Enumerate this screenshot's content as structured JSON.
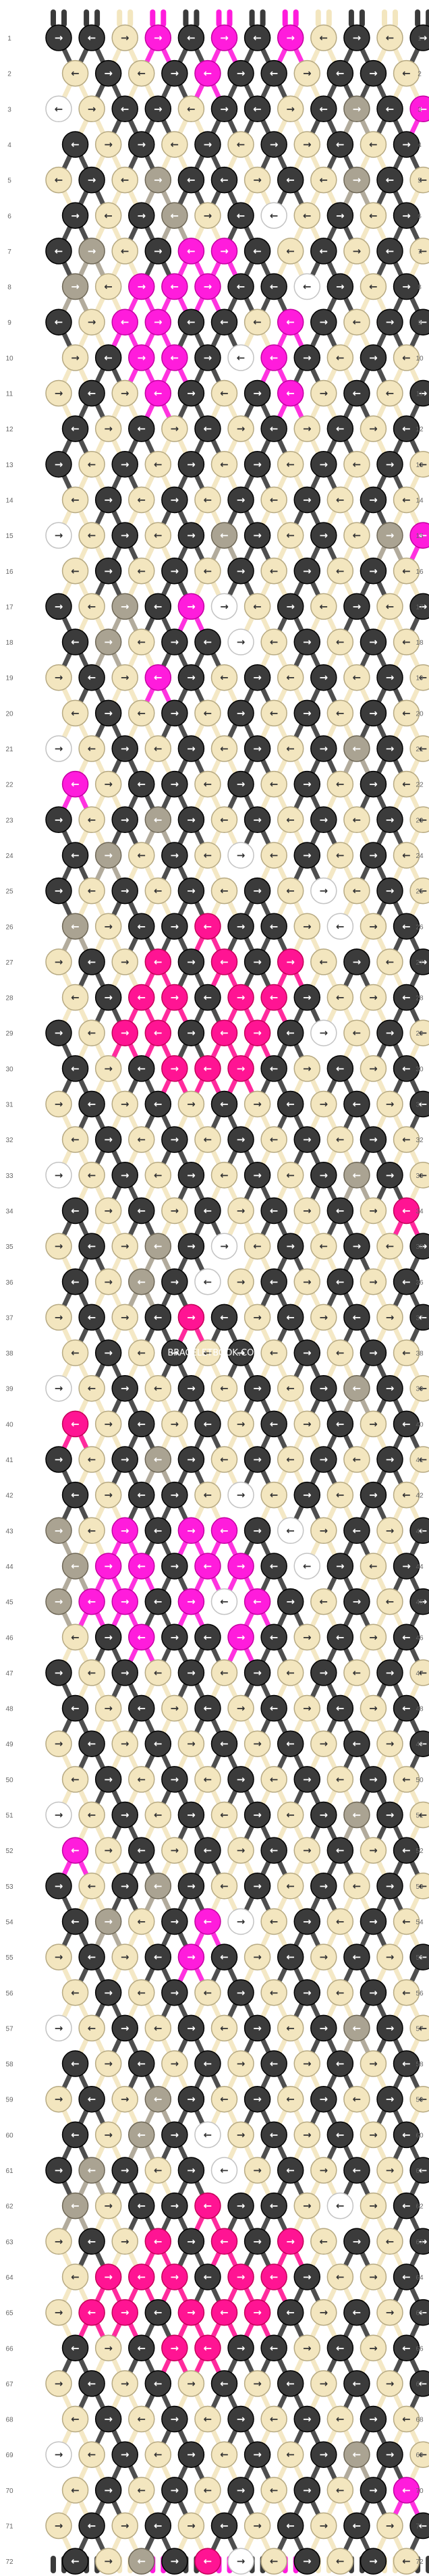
{
  "watermark": "BRACELETBOOK.COM",
  "colors": {
    "D": "#3b3b3b",
    "C": "#f3e6bf",
    "W": "#ffffff",
    "G": "#aaa392",
    "M": "#ff1cdc",
    "P": "#ff1493"
  },
  "start_strings": [
    "D",
    "D",
    "C",
    "M",
    "D",
    "M",
    "D",
    "M",
    "C",
    "D",
    "C",
    "D"
  ],
  "end_strings": [
    "D",
    "D",
    "C",
    "M",
    "D",
    "M",
    "D",
    "M",
    "C",
    "D",
    "C",
    "D"
  ],
  "arrow_right": "→",
  "arrow_left": "←",
  "rows": [
    [
      "D>",
      "D<",
      "C>",
      "M>",
      "D<",
      "M>",
      "D<",
      "M>",
      "C<",
      "D>",
      "C<",
      "D>"
    ],
    [
      "C<",
      "D>",
      "C<",
      "D>",
      "M<",
      "D>",
      "D<",
      "C>",
      "D<",
      "D>",
      "C<"
    ],
    [
      "W<",
      "C>",
      "D<",
      "D>",
      "C<",
      "D>",
      "D<",
      "C>",
      "D<",
      "G>",
      "D<",
      "M<"
    ],
    [
      "D<",
      "C>",
      "D>",
      "C<",
      "D>",
      "C<",
      "D>",
      "C>",
      "D<",
      "C<",
      "D>"
    ],
    [
      "C<",
      "D>",
      "C<",
      "G>",
      "D<",
      "D<",
      "C>",
      "D<",
      "C<",
      "G>",
      "D<",
      "C<"
    ],
    [
      "D>",
      "C<",
      "D>",
      "G<",
      "C>",
      "D<",
      "W<",
      "C<",
      "D>",
      "C<",
      "D>"
    ],
    [
      "D<",
      "G>",
      "C<",
      "D>",
      "M<",
      "M>",
      "D<",
      "C<",
      "D<",
      "C>",
      "D<",
      "C<"
    ],
    [
      "G>",
      "C<",
      "M>",
      "M<",
      "M>",
      "D<",
      "D<",
      "W<",
      "D>",
      "C<",
      "D>"
    ],
    [
      "D<",
      "C>",
      "M<",
      "M>",
      "D<",
      "D<",
      "C<",
      "M<",
      "D>",
      "C<",
      "D>",
      "D<"
    ],
    [
      "C>",
      "D<",
      "M>",
      "M<",
      "D>",
      "W<",
      "M<",
      "D>",
      "C<",
      "D>",
      "C<"
    ],
    [
      "C>",
      "D<",
      "C>",
      "M<",
      "D>",
      "C<",
      "D>",
      "M<",
      "C>",
      "D<",
      "C<",
      "D>"
    ],
    [
      "D<",
      "C>",
      "D<",
      "C>",
      "D<",
      "C>",
      "D<",
      "C>",
      "D<",
      "C>",
      "D<"
    ],
    [
      "D>",
      "C<",
      "D>",
      "C<",
      "D>",
      "C<",
      "D>",
      "C<",
      "D>",
      "C<",
      "D>",
      "C<"
    ],
    [
      "C<",
      "D>",
      "C<",
      "D>",
      "C<",
      "D>",
      "C<",
      "D>",
      "C<",
      "D>",
      "C<"
    ],
    [
      "W>",
      "C<",
      "D>",
      "C<",
      "D>",
      "G<",
      "D>",
      "C<",
      "D>",
      "C<",
      "G>",
      "M<"
    ],
    [
      "C<",
      "D>",
      "C<",
      "D>",
      "C<",
      "D>",
      "C<",
      "D>",
      "C<",
      "D>",
      "C<"
    ],
    [
      "D>",
      "C<",
      "G>",
      "D<",
      "M>",
      "W>",
      "C<",
      "D>",
      "C<",
      "D>",
      "C<",
      "D>"
    ],
    [
      "D<",
      "G>",
      "C<",
      "D>",
      "D<",
      "W>",
      "C<",
      "D>",
      "C<",
      "D>",
      "C<"
    ],
    [
      "C>",
      "D<",
      "C>",
      "M<",
      "D>",
      "C<",
      "D>",
      "C<",
      "D>",
      "C<",
      "D>",
      "C<"
    ],
    [
      "C<",
      "D>",
      "C<",
      "D>",
      "C<",
      "D>",
      "C<",
      "D>",
      "C<",
      "D>",
      "C<"
    ],
    [
      "W>",
      "C<",
      "D>",
      "C<",
      "D>",
      "C<",
      "D>",
      "C<",
      "D>",
      "G<",
      "D>",
      "C<"
    ],
    [
      "M<",
      "C>",
      "D<",
      "D>",
      "C<",
      "D>",
      "C<",
      "D>",
      "C<",
      "D>",
      "C<"
    ],
    [
      "D>",
      "C<",
      "D>",
      "G<",
      "D>",
      "C<",
      "D>",
      "C<",
      "D>",
      "C<",
      "D>",
      "C<"
    ],
    [
      "D<",
      "G>",
      "C<",
      "D>",
      "C<",
      "W>",
      "C<",
      "D>",
      "C<",
      "D>",
      "C<"
    ],
    [
      "D>",
      "C<",
      "D>",
      "C<",
      "D>",
      "C<",
      "D>",
      "C<",
      "W>",
      "C<",
      "D>",
      "C<"
    ],
    [
      "G<",
      "C>",
      "D<",
      "D>",
      "P<",
      "D>",
      "D<",
      "C>",
      "W<",
      "C>",
      "D<"
    ],
    [
      "C>",
      "D<",
      "C>",
      "P<",
      "D>",
      "P<",
      "D>",
      "P>",
      "C<",
      "D>",
      "C<",
      "D>"
    ],
    [
      "C<",
      "D>",
      "P<",
      "P>",
      "D<",
      "P>",
      "P<",
      "D>",
      "C<",
      "C>",
      "D<"
    ],
    [
      "D>",
      "C<",
      "P>",
      "P<",
      "D>",
      "P<",
      "P>",
      "D<",
      "W>",
      "C<",
      "D>",
      "C<"
    ],
    [
      "D<",
      "C>",
      "D<",
      "P>",
      "P<",
      "P>",
      "D<",
      "C>",
      "D<",
      "C>",
      "D<"
    ],
    [
      "C>",
      "D<",
      "C>",
      "D<",
      "C>",
      "D<",
      "C>",
      "D<",
      "C>",
      "D<",
      "C>",
      "D<"
    ],
    [
      "C<",
      "D>",
      "C<",
      "D>",
      "C<",
      "D>",
      "C<",
      "D>",
      "C<",
      "D>",
      "C<"
    ],
    [
      "W>",
      "C<",
      "D>",
      "C<",
      "D>",
      "C<",
      "D>",
      "C<",
      "D>",
      "G<",
      "D>",
      "C<"
    ],
    [
      "D<",
      "C>",
      "D<",
      "C>",
      "D<",
      "C>",
      "D<",
      "C>",
      "D<",
      "C>",
      "P<"
    ],
    [
      "C>",
      "D<",
      "C>",
      "G<",
      "D>",
      "W>",
      "C<",
      "D>",
      "C<",
      "D>",
      "C<",
      "D>"
    ],
    [
      "D<",
      "C>",
      "G<",
      "D>",
      "W<",
      "C>",
      "D<",
      "C>",
      "D<",
      "C>",
      "D<"
    ],
    [
      "C>",
      "D<",
      "C>",
      "D<",
      "P>",
      "D<",
      "C>",
      "D<",
      "C>",
      "D<",
      "C>",
      "D<"
    ],
    [
      "C<",
      "D>",
      "C<",
      "D>",
      "C<",
      "D>",
      "C<",
      "D>",
      "C<",
      "D>",
      "C<"
    ],
    [
      "W>",
      "C<",
      "D>",
      "C<",
      "D>",
      "C<",
      "D>",
      "C<",
      "D>",
      "G<",
      "D>",
      "C<"
    ],
    [
      "P<",
      "C>",
      "D<",
      "C>",
      "D<",
      "C>",
      "D<",
      "C>",
      "D<",
      "C>",
      "D<"
    ],
    [
      "D>",
      "C<",
      "D>",
      "G<",
      "D>",
      "C<",
      "D>",
      "C<",
      "D>",
      "C<",
      "D>",
      "C<"
    ],
    [
      "D<",
      "C>",
      "D<",
      "D>",
      "C<",
      "W>",
      "C<",
      "D>",
      "C<",
      "D>",
      "C<"
    ],
    [
      "G>",
      "C<",
      "M>",
      "D<",
      "M>",
      "M<",
      "D>",
      "W<",
      "C>",
      "D<",
      "C>",
      "D<"
    ],
    [
      "G<",
      "M>",
      "M<",
      "D>",
      "M<",
      "M>",
      "D<",
      "W<",
      "D>",
      "C<",
      "D>"
    ],
    [
      "G>",
      "M<",
      "M>",
      "D<",
      "M>",
      "W<",
      "M<",
      "D>",
      "C<",
      "D>",
      "C<",
      "D>"
    ],
    [
      "C<",
      "D>",
      "M<",
      "D>",
      "D<",
      "M>",
      "D<",
      "C>",
      "D<",
      "C>",
      "D<"
    ],
    [
      "D>",
      "C<",
      "D>",
      "C<",
      "D>",
      "C<",
      "D>",
      "C<",
      "D>",
      "C<",
      "D>",
      "C<"
    ],
    [
      "D<",
      "C>",
      "D<",
      "C>",
      "D<",
      "C>",
      "D<",
      "C>",
      "D<",
      "C>",
      "D<"
    ],
    [
      "C>",
      "D<",
      "C>",
      "D<",
      "C>",
      "D<",
      "C>",
      "D<",
      "C>",
      "D<",
      "C>",
      "D<"
    ],
    [
      "C<",
      "D>",
      "C<",
      "D>",
      "C<",
      "D>",
      "C<",
      "D>",
      "C<",
      "D>",
      "C<"
    ],
    [
      "W>",
      "C<",
      "D>",
      "C<",
      "D>",
      "C<",
      "D>",
      "C<",
      "D>",
      "G<",
      "D>",
      "C<"
    ],
    [
      "M<",
      "C>",
      "D<",
      "C>",
      "D<",
      "C>",
      "D<",
      "C>",
      "D<",
      "C>",
      "D<"
    ],
    [
      "D>",
      "C<",
      "D>",
      "G<",
      "D>",
      "C<",
      "D>",
      "C<",
      "D>",
      "C<",
      "D>",
      "C<"
    ],
    [
      "D<",
      "G>",
      "C<",
      "D>",
      "M<",
      "W>",
      "C<",
      "D>",
      "C<",
      "D>",
      "C<"
    ],
    [
      "C>",
      "D<",
      "C>",
      "D<",
      "M>",
      "D<",
      "C>",
      "D<",
      "C>",
      "D<",
      "C>",
      "D<"
    ],
    [
      "C<",
      "D>",
      "C<",
      "D>",
      "C<",
      "D>",
      "C<",
      "D>",
      "C<",
      "D>",
      "C<"
    ],
    [
      "W>",
      "C<",
      "D>",
      "C<",
      "D>",
      "C<",
      "D>",
      "C<",
      "D>",
      "G<",
      "D>",
      "C<"
    ],
    [
      "D<",
      "C>",
      "D<",
      "C>",
      "D<",
      "C>",
      "D<",
      "C>",
      "D<",
      "C>",
      "D<"
    ],
    [
      "C>",
      "D<",
      "C>",
      "G<",
      "D>",
      "C<",
      "D>",
      "C<",
      "D>",
      "C<",
      "D>",
      "C<"
    ],
    [
      "D<",
      "C>",
      "G<",
      "D>",
      "W<",
      "C>",
      "D<",
      "C>",
      "D<",
      "C>",
      "D<"
    ],
    [
      "D>",
      "G<",
      "D>",
      "C<",
      "D>",
      "W<",
      "C>",
      "D<",
      "C>",
      "D<",
      "C>",
      "D<"
    ],
    [
      "G<",
      "C>",
      "D<",
      "D>",
      "P<",
      "D>",
      "D<",
      "C>",
      "W<",
      "C>",
      "D<"
    ],
    [
      "C>",
      "D<",
      "C>",
      "P<",
      "D>",
      "P<",
      "D>",
      "P>",
      "C<",
      "D>",
      "C<",
      "D>"
    ],
    [
      "C<",
      "P>",
      "P<",
      "P>",
      "D<",
      "P>",
      "P<",
      "D>",
      "C<",
      "C>",
      "D<"
    ],
    [
      "C>",
      "P<",
      "P>",
      "D<",
      "P>",
      "P<",
      "P>",
      "D<",
      "C>",
      "D<",
      "C>",
      "D<"
    ],
    [
      "D<",
      "C>",
      "D<",
      "P>",
      "P<",
      "D>",
      "D<",
      "C>",
      "D<",
      "C>",
      "D<"
    ],
    [
      "C>",
      "D<",
      "C>",
      "D<",
      "C>",
      "D<",
      "C>",
      "D<",
      "C>",
      "D<",
      "C>",
      "D<"
    ],
    [
      "C<",
      "D>",
      "C<",
      "D>",
      "C<",
      "D>",
      "C<",
      "D>",
      "C<",
      "D>",
      "C<"
    ],
    [
      "W>",
      "C<",
      "D>",
      "C<",
      "D>",
      "C<",
      "D>",
      "C<",
      "D>",
      "G<",
      "D>",
      "C<"
    ],
    [
      "C<",
      "D>",
      "C<",
      "D>",
      "C<",
      "D>",
      "C<",
      "D>",
      "C<",
      "D>",
      "M<"
    ],
    [
      "C>",
      "D<",
      "C>",
      "D<",
      "C>",
      "D<",
      "C>",
      "D<",
      "C>",
      "D<",
      "C>",
      "D<"
    ],
    [
      "D<",
      "C>",
      "G<",
      "D>",
      "P<",
      "W>",
      "C<",
      "D>",
      "C<",
      "D>",
      "C<"
    ]
  ]
}
